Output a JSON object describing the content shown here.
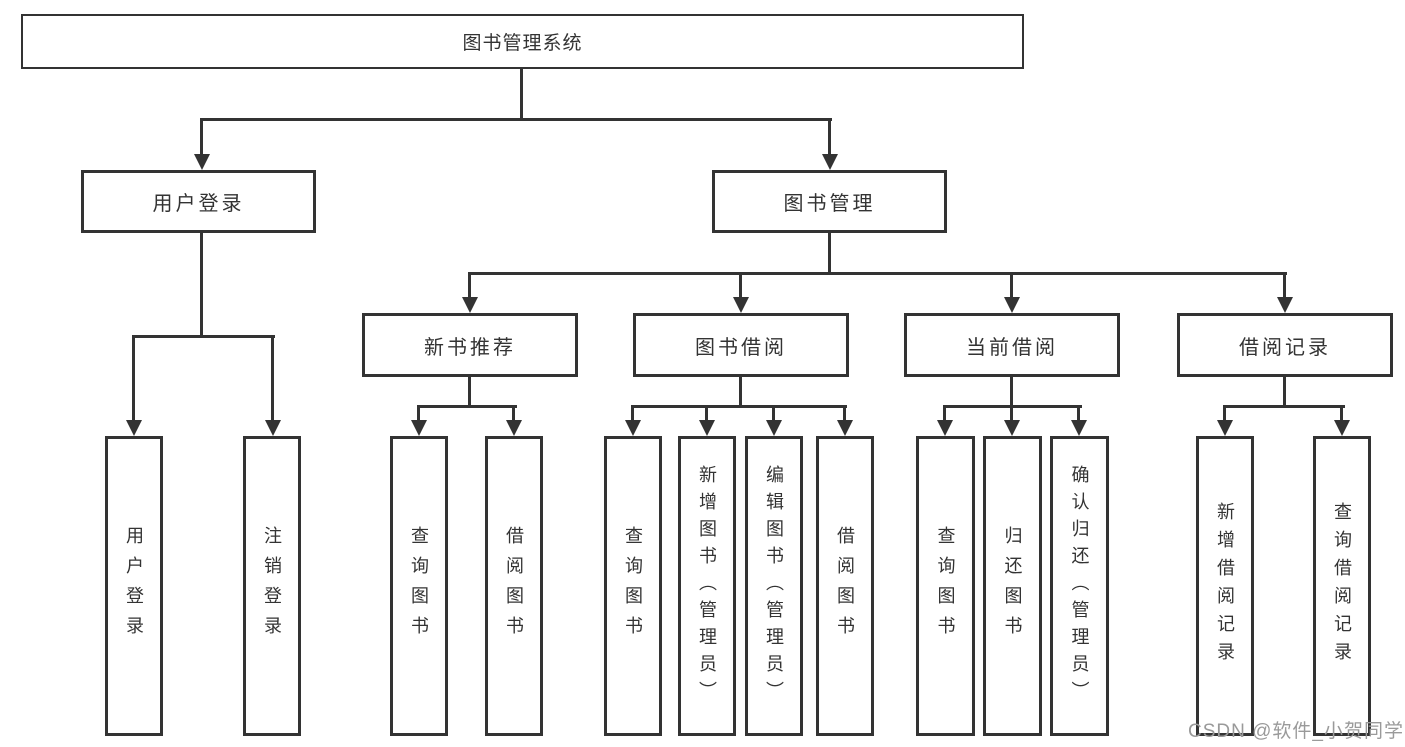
{
  "diagram": {
    "type": "tree",
    "root": {
      "label": "图书管理系统"
    },
    "branches": [
      {
        "label": "用户登录",
        "children": [
          {
            "label": "用户登录"
          },
          {
            "label": "注销登录"
          }
        ]
      },
      {
        "label": "图书管理",
        "children": [
          {
            "label": "新书推荐",
            "children": [
              {
                "label": "查询图书"
              },
              {
                "label": "借阅图书"
              }
            ]
          },
          {
            "label": "图书借阅",
            "children": [
              {
                "label": "查询图书"
              },
              {
                "label": "新增图书（管理员）"
              },
              {
                "label": "编辑图书（管理员）"
              },
              {
                "label": "借阅图书"
              }
            ]
          },
          {
            "label": "当前借阅",
            "children": [
              {
                "label": "查询图书"
              },
              {
                "label": "归还图书"
              },
              {
                "label": "确认归还（管理员）"
              }
            ]
          },
          {
            "label": "借阅记录",
            "children": [
              {
                "label": "新增借阅记录"
              },
              {
                "label": "查询借阅记录"
              }
            ]
          }
        ]
      }
    ]
  },
  "watermark": {
    "text": "CSDN @软件_小贺同学"
  },
  "colors": {
    "line": "#333333",
    "text": "#333333",
    "box_background": "#ffffff",
    "watermark": "#9a9a9a",
    "background": "#ffffff"
  }
}
